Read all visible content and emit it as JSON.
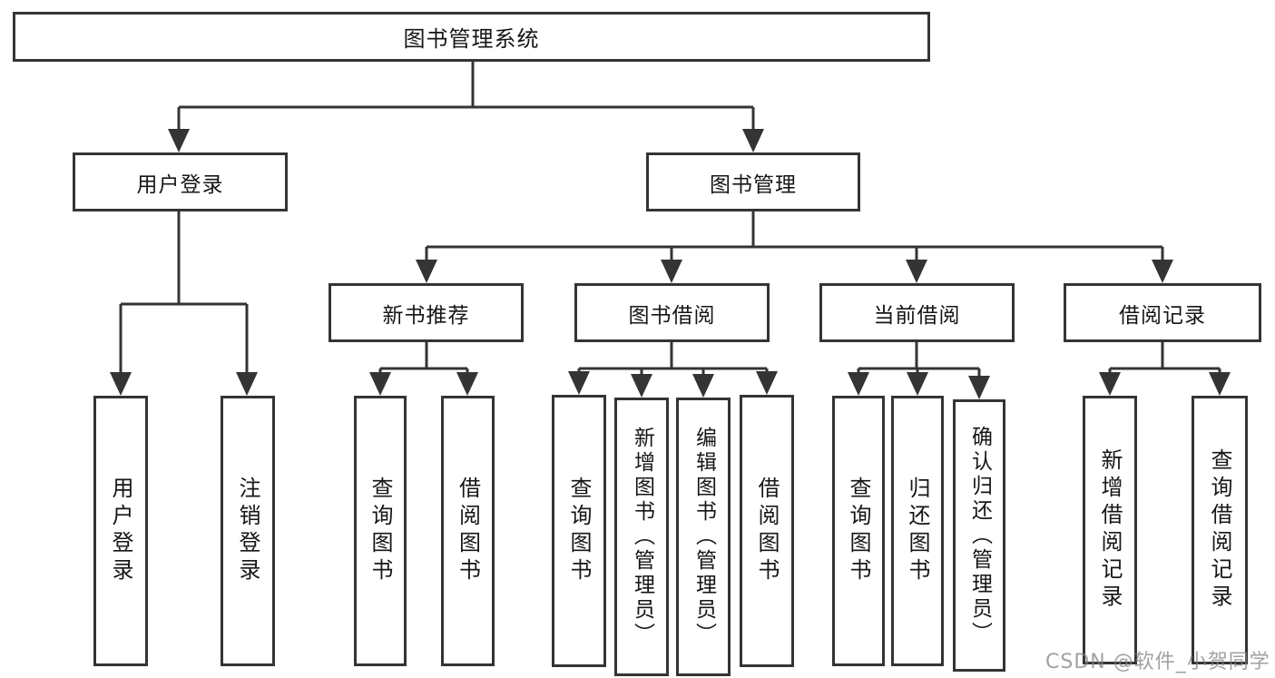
{
  "nodes": {
    "root": "图书管理系统",
    "user_login": "用户登录",
    "book_management": "图书管理",
    "new_book_recommend": "新书推荐",
    "book_borrowing": "图书借阅",
    "current_borrowing": "当前借阅",
    "borrowing_records": "借阅记录"
  },
  "leaves": {
    "user_login": [
      "用户登录",
      "注销登录"
    ],
    "new_book_recommend": [
      "查询图书",
      "借阅图书"
    ],
    "book_borrowing": [
      "查询图书",
      "新增图书（管理员）",
      "编辑图书（管理员）",
      "借阅图书"
    ],
    "current_borrowing": [
      "查询图书",
      "归还图书",
      "确认归还（管理员）"
    ],
    "borrowing_records": [
      "新增借阅记录",
      "查询借阅记录"
    ]
  },
  "watermark": "CSDN @软件_小贺同学",
  "colors": {
    "line": "#343434",
    "text": "#161616",
    "background": "#ffffff",
    "watermark": "#828282"
  }
}
